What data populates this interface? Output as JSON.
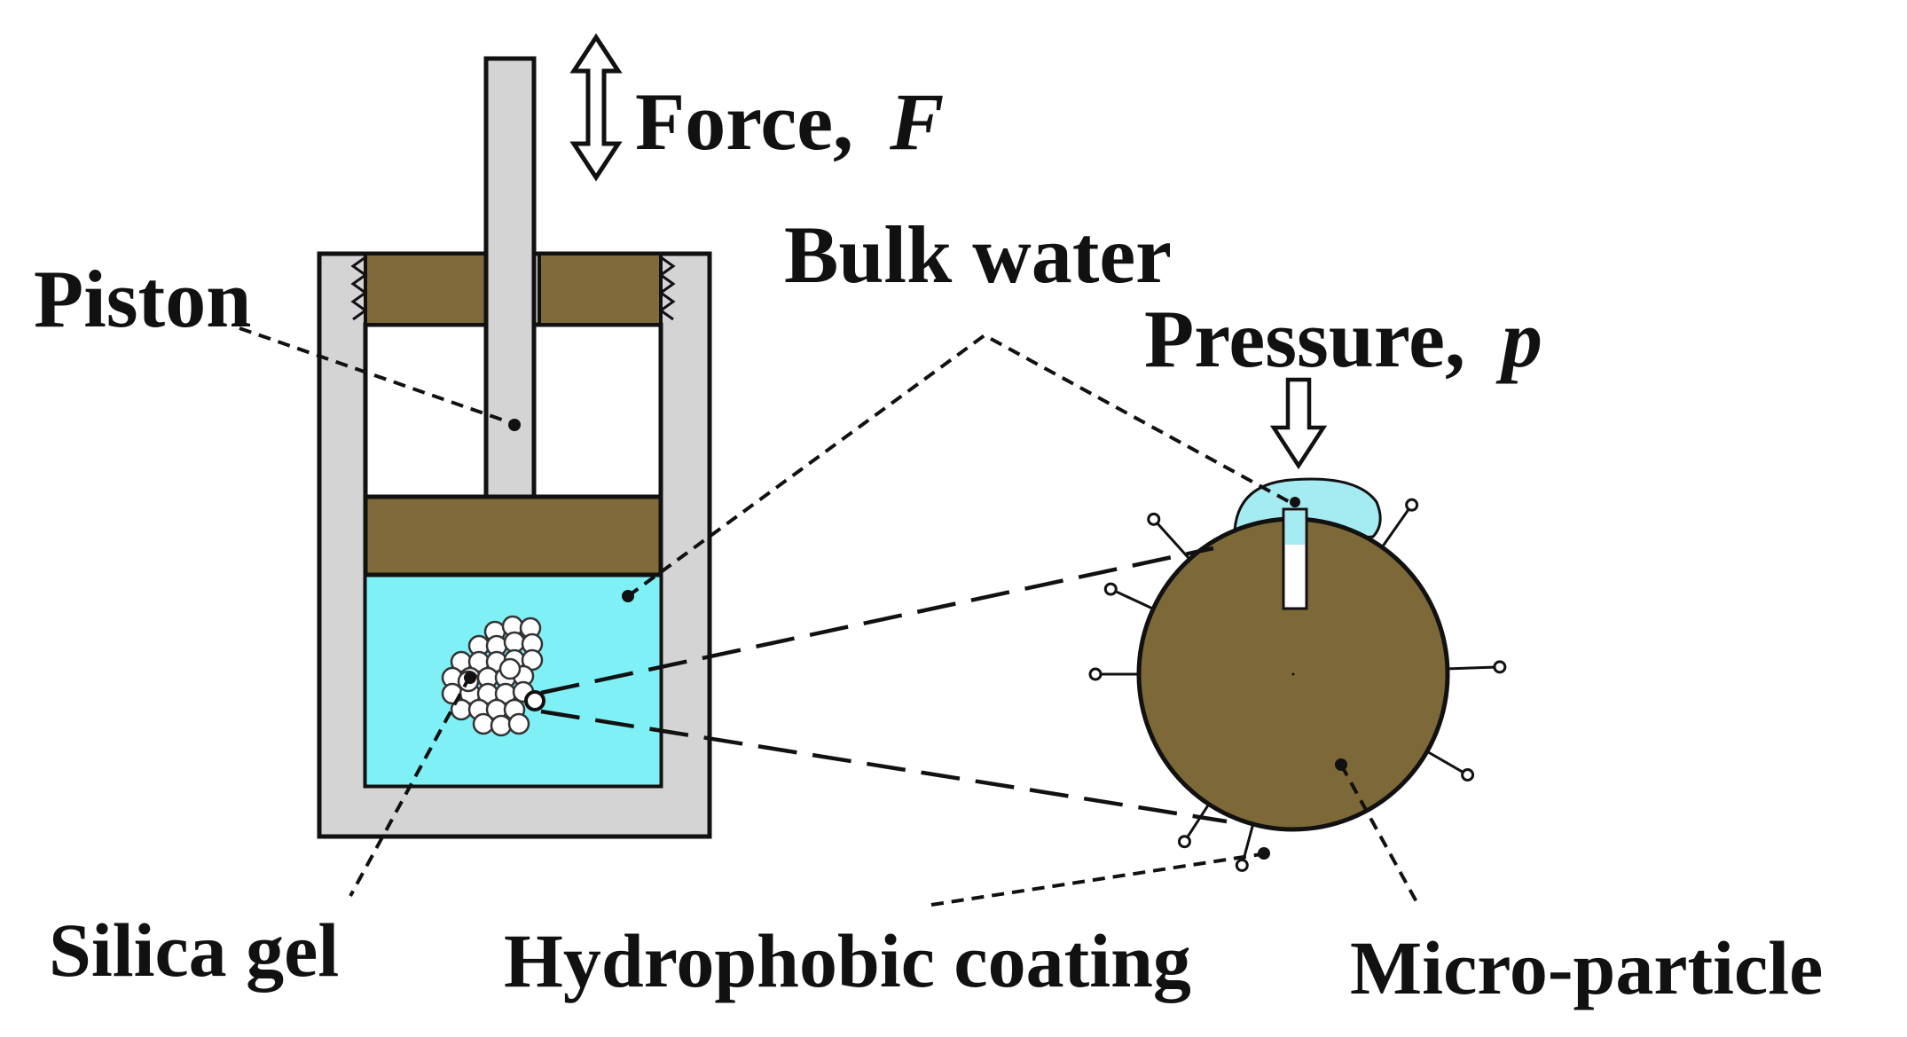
{
  "labels": {
    "force": "Force,",
    "force_symbol": "F",
    "piston": "Piston",
    "bulk_water": "Bulk water",
    "pressure": "Pressure,",
    "pressure_symbol": "p",
    "silica_gel": "Silica gel",
    "hydrophobic_coating": "Hydrophobic coating",
    "micro_particle": "Micro-particle"
  },
  "colors": {
    "cylinder_wall": "#d4d4d4",
    "piston": "#806a3a",
    "water": "#7ff0f5",
    "droplet": "#a5ecf2",
    "particle": "#7d6838",
    "outline": "#111111"
  },
  "icons": {
    "force_arrow": "double-headed-vertical-arrow",
    "pressure_arrow": "downward-hollow-arrow",
    "seal": "zigzag-spring"
  }
}
